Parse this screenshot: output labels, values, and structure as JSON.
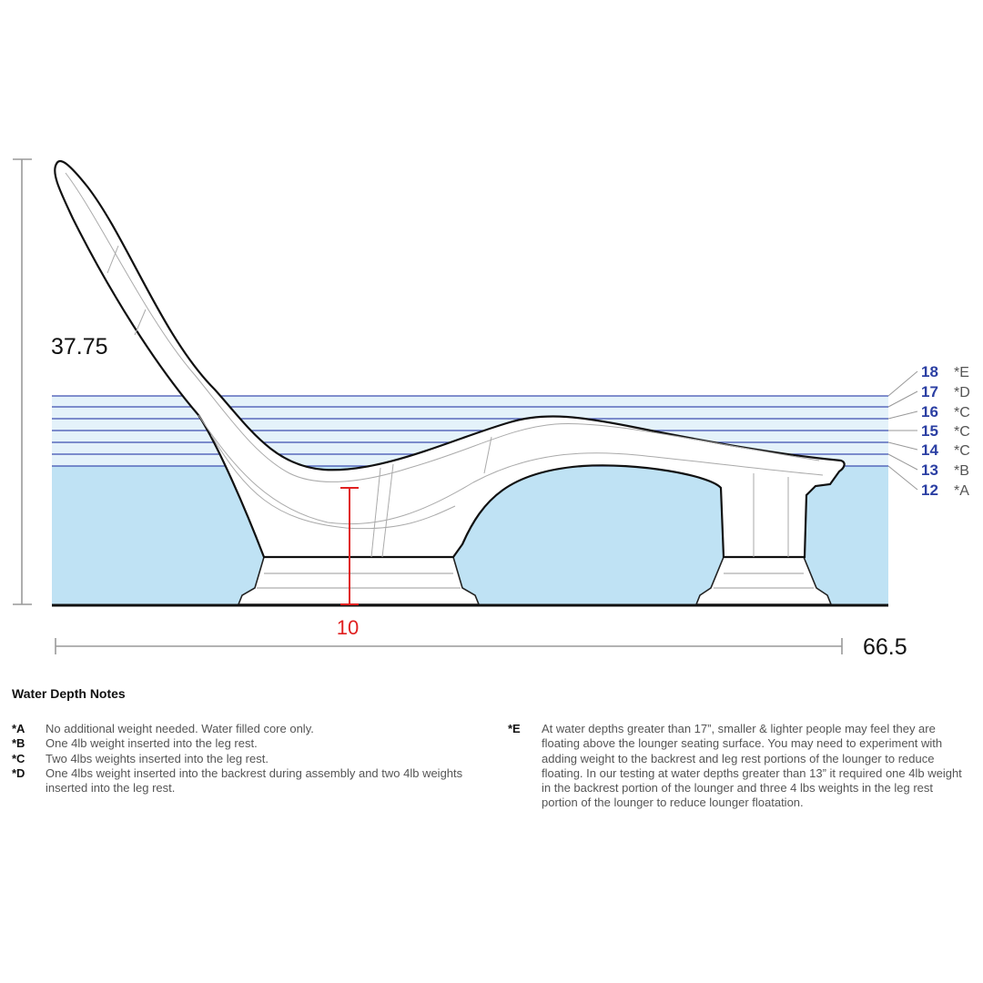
{
  "dimensions": {
    "height": "37.75",
    "length": "66.5",
    "seat_height": "10"
  },
  "water_levels": [
    {
      "depth": "18",
      "code": "*E"
    },
    {
      "depth": "17",
      "code": "*D"
    },
    {
      "depth": "16",
      "code": "*C"
    },
    {
      "depth": "15",
      "code": "*C"
    },
    {
      "depth": "14",
      "code": "*C"
    },
    {
      "depth": "13",
      "code": "*B"
    },
    {
      "depth": "12",
      "code": "*A"
    }
  ],
  "colors": {
    "water": "#bfe2f4",
    "level_line": "#3e4fb0",
    "depth_label": "#2b3fa3",
    "seat_dimension": "#e02020",
    "floor": "#111111"
  },
  "notes": {
    "title": "Water Depth Notes",
    "left": [
      {
        "code": "*A",
        "text": "No additional weight needed. Water filled core only."
      },
      {
        "code": "*B",
        "text": "One 4lb weight inserted into the leg rest."
      },
      {
        "code": "*C",
        "text": "Two 4lbs weights inserted into the leg rest."
      },
      {
        "code": "*D",
        "text": "One 4lbs weight inserted into the backrest during assembly and two 4lb weights inserted into the leg rest."
      }
    ],
    "right": [
      {
        "code": "*E",
        "text": "At water depths greater than 17”, smaller & lighter people may feel they are floating above the lounger seating surface. You may need to experiment with adding weight to the backrest and leg rest portions of the lounger to reduce floating. In our testing at water depths greater than 13” it required one 4lb weight in the backrest portion of the lounger and three 4 lbs weights in the leg rest portion of the lounger to reduce lounger floatation."
      }
    ]
  }
}
